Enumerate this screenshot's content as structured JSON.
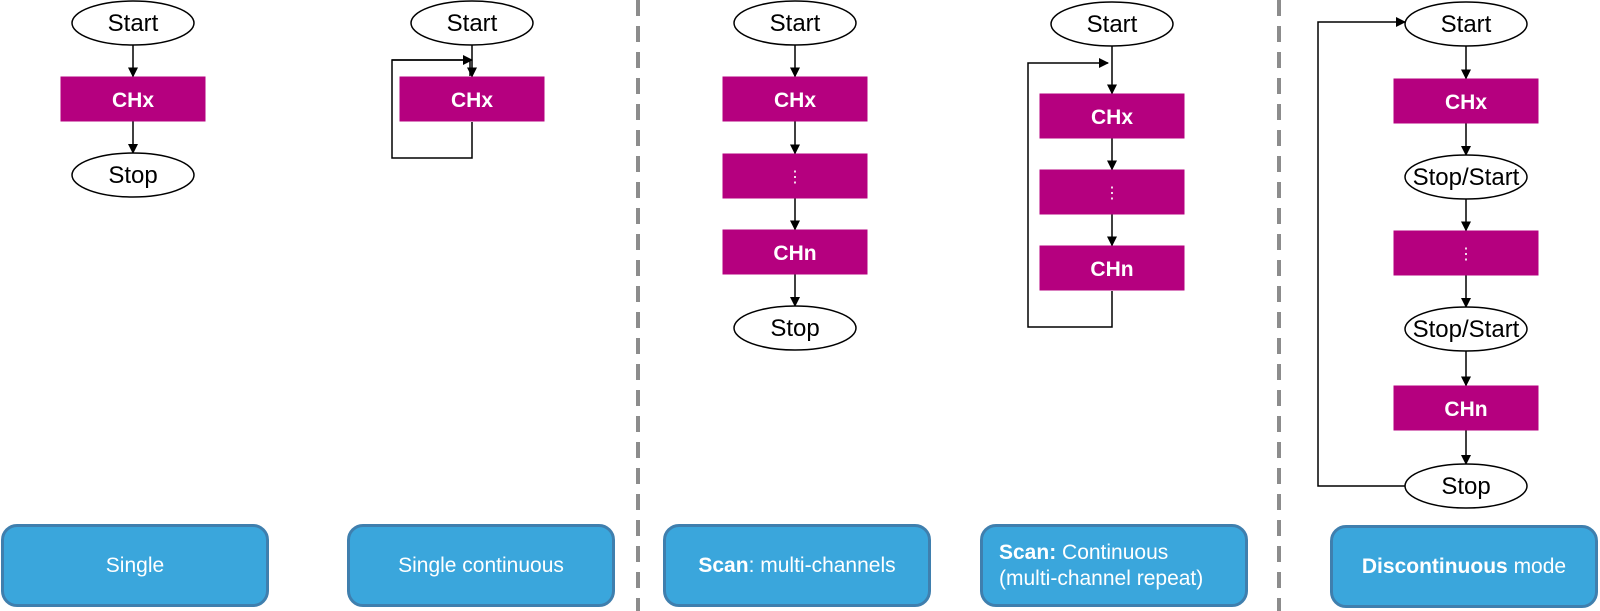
{
  "colors": {
    "box_fill": "#b5007f",
    "mode_fill": "#3aa6dc",
    "mode_border": "#3f7fae",
    "divider": "#8c8c8c",
    "line": "#000000"
  },
  "flows": [
    {
      "id": "single",
      "steps": [
        "Start",
        "CHx",
        "Stop"
      ],
      "mode": {
        "bold": "",
        "text": "Single"
      }
    },
    {
      "id": "single-continuous",
      "steps": [
        "Start",
        "CHx"
      ],
      "mode": {
        "bold": "",
        "text": "Single continuous"
      }
    },
    {
      "id": "scan-multi",
      "steps": [
        "Start",
        "CHx",
        "⋮",
        "CHn",
        "Stop"
      ],
      "mode": {
        "bold": "Scan",
        "text": ": multi-channels"
      }
    },
    {
      "id": "scan-continuous",
      "steps": [
        "Start",
        "CHx",
        "⋮",
        "CHn"
      ],
      "mode": {
        "bold": "Scan:",
        "text": " Continuous",
        "line2": "(multi-channel repeat)"
      }
    },
    {
      "id": "discontinuous",
      "steps": [
        "Start",
        "CHx",
        "Stop/Start",
        "⋮",
        "Stop/Start",
        "CHn",
        "Stop"
      ],
      "mode": {
        "bold": "Discontinuous",
        "text": " mode"
      }
    }
  ]
}
